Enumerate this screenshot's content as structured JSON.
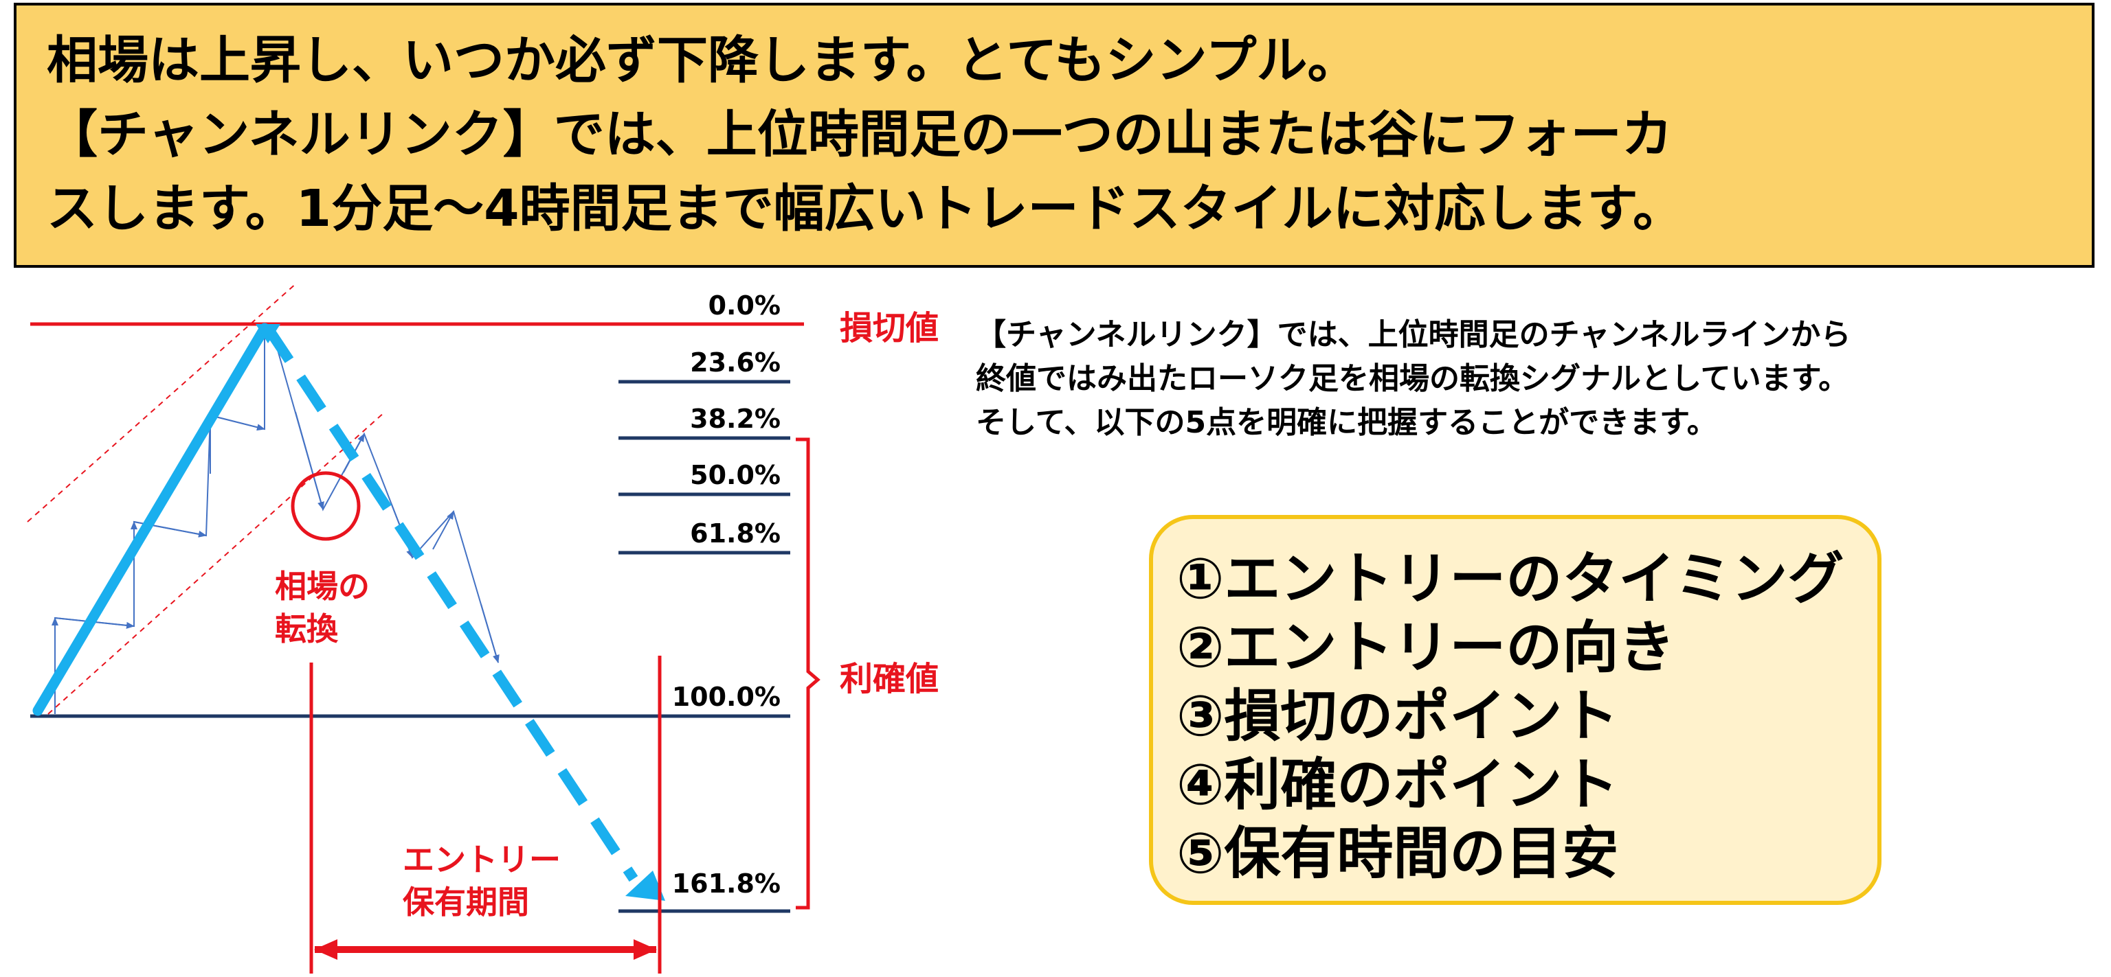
{
  "banner": {
    "lines": [
      "相場は上昇し、いつか必ず下降します。とてもシンプル。",
      "【チャンネルリンク】では、上位時間足の一つの山または谷にフォーカ",
      "スします。1分足～4時間足まで幅広いトレードスタイルに対応します。"
    ]
  },
  "diagram": {
    "fib_levels": [
      "0.0%",
      "23.6%",
      "38.2%",
      "50.0%",
      "61.8%",
      "100.0%",
      "161.8%"
    ],
    "stop_loss_label": "損切値",
    "take_profit_label": "利確値",
    "reversal_label_lines": [
      "相場の",
      "転換"
    ],
    "holding_label_lines": [
      "エントリー",
      "保有期間"
    ]
  },
  "description": {
    "lines": [
      "【チャンネルリンク】では、上位時間足のチャンネルラインから",
      "終値ではみ出たローソク足を相場の転換シグナルとしています。",
      "そして、以下の5点を明確に把握することができます。"
    ]
  },
  "points": [
    "①エントリーのタイミング",
    "②エントリーの向き",
    "③損切のポイント",
    "④利確のポイント",
    "⑤保有時間の目安"
  ],
  "colors": {
    "banner_bg": "#FBD26A",
    "trend_blue": "#1AAFEE",
    "fib_line": "#1F3864",
    "red": "#E8141E",
    "wave_blue": "#4472C4",
    "box_bg": "#FFF2CC",
    "box_border": "#F5C518"
  }
}
